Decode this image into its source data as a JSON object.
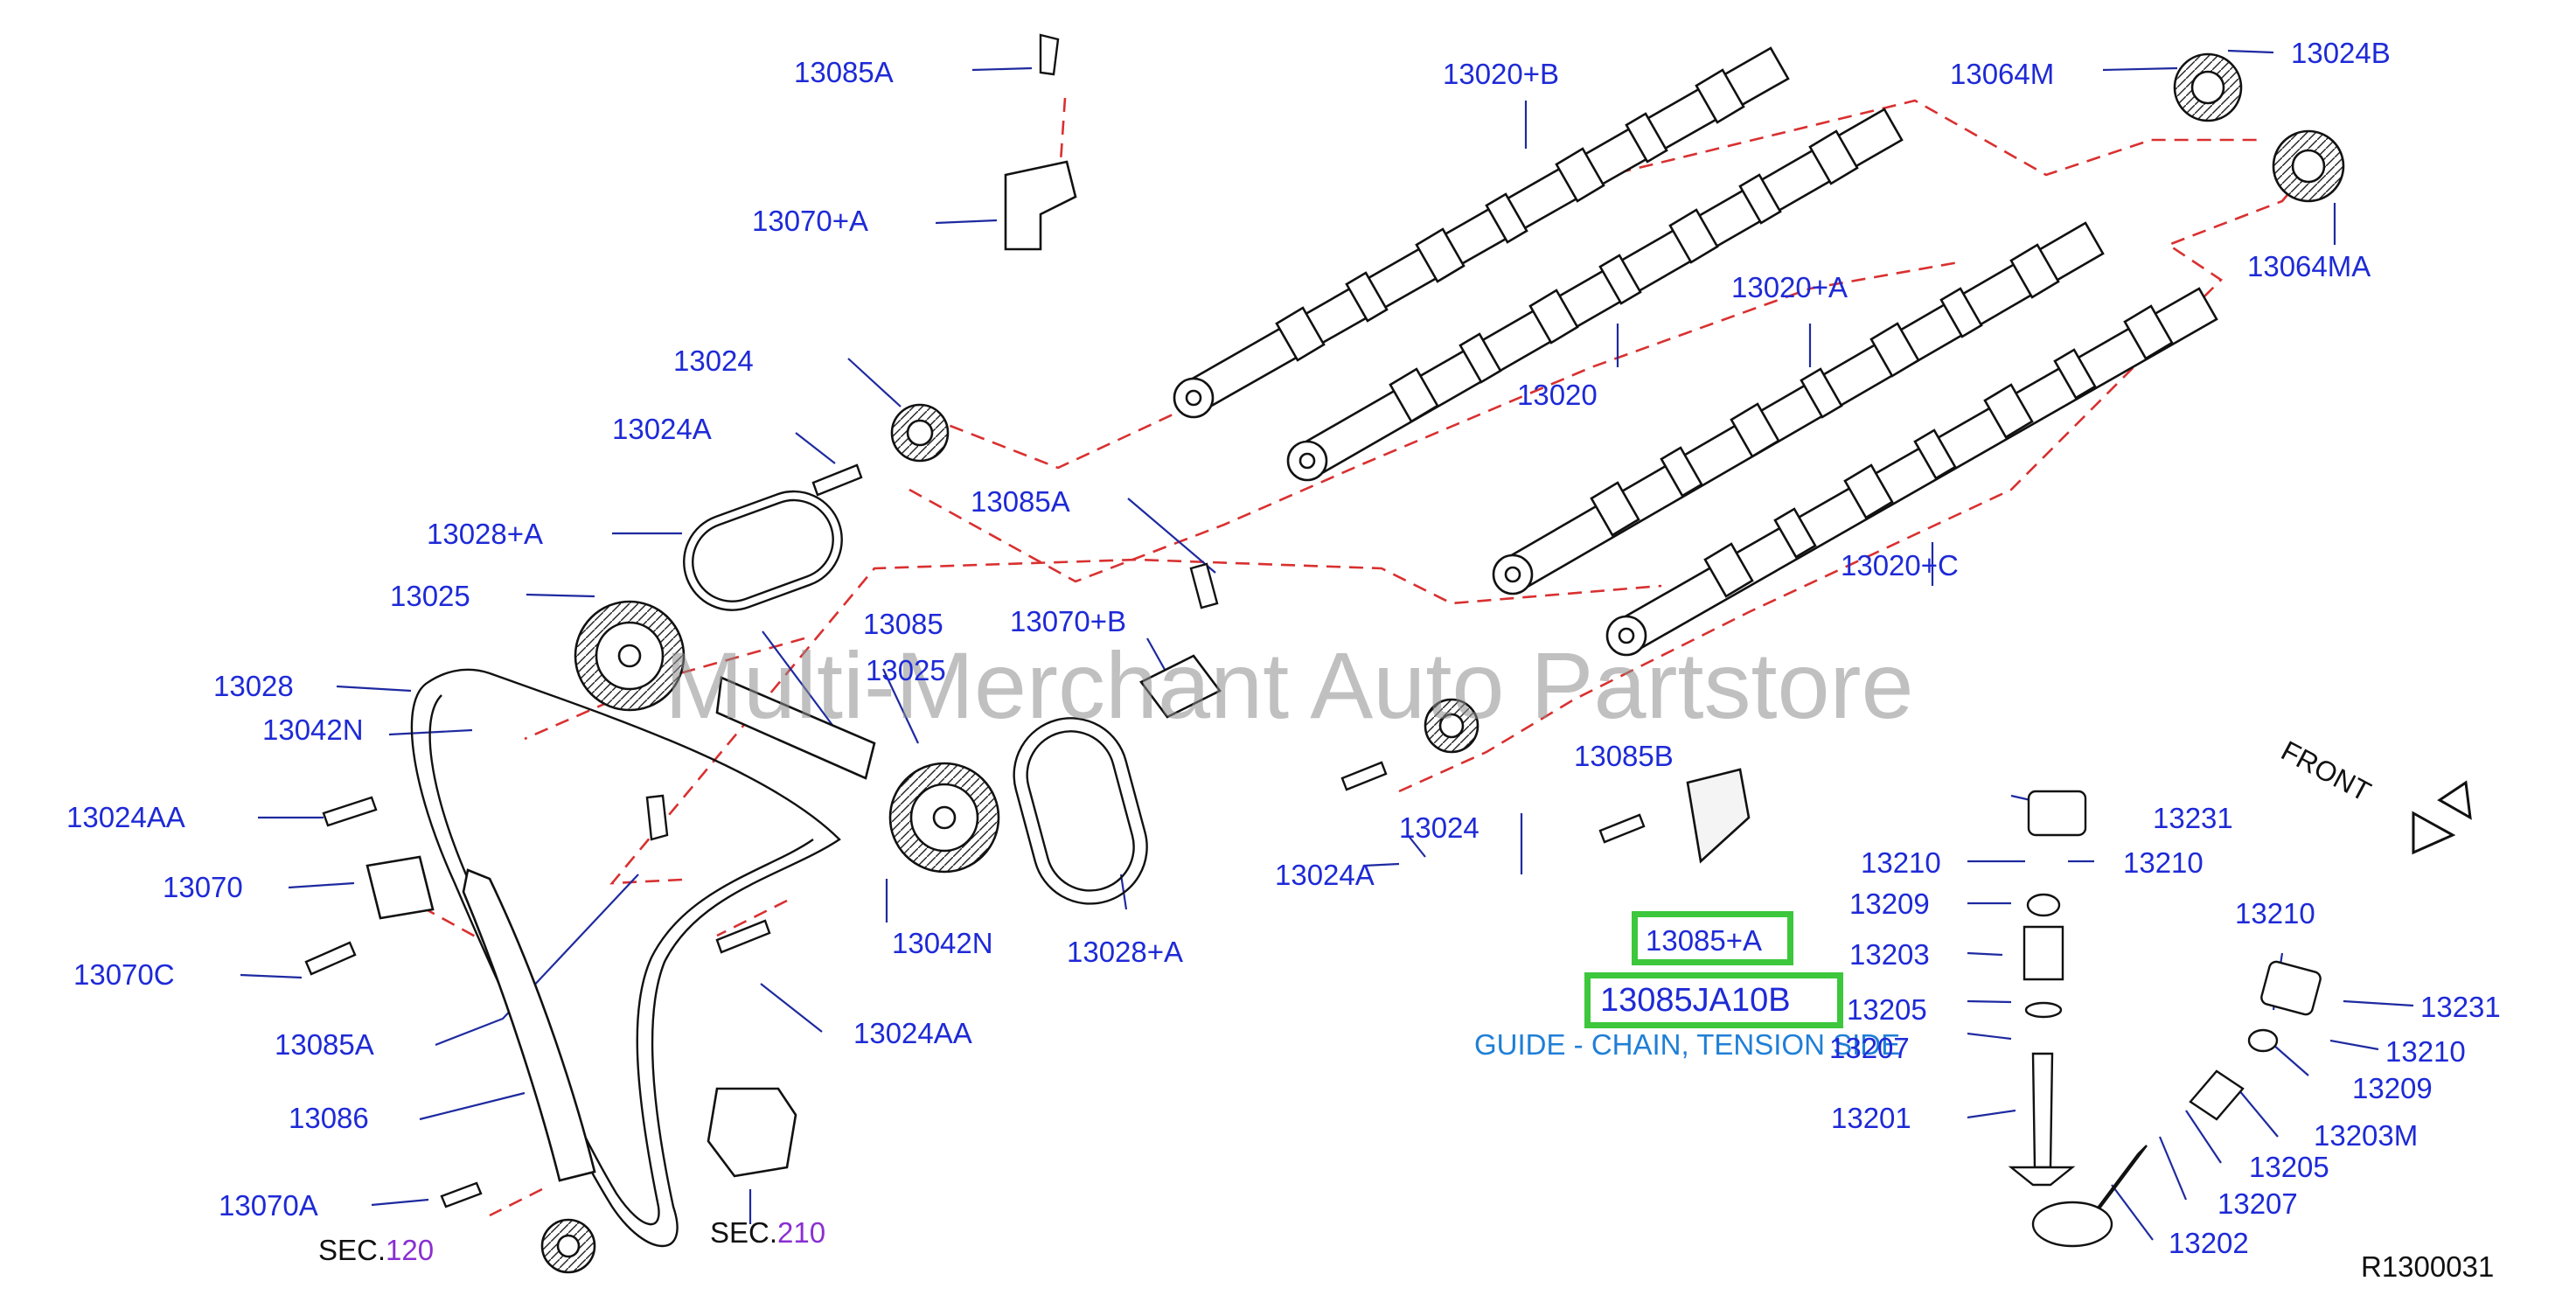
{
  "diagram_id": "R1300031",
  "watermark": "Multi-Merchant Auto Partstore",
  "front_label": "FRONT",
  "highlight": {
    "part": "13085+A",
    "code": "13085JA10B",
    "description": "GUIDE - CHAIN, TENSION SIDE"
  },
  "labels": {
    "p13085A_top": "13085A",
    "p13070pA": "13070+A",
    "p13020pB": "13020+B",
    "p13064M": "13064M",
    "p13024B": "13024B",
    "p13064MA": "13064MA",
    "p13020pA": "13020+A",
    "p13020": "13020",
    "p13024_top": "13024",
    "p13024A_top": "13024A",
    "p13085A_mid": "13085A",
    "p13028pA_top": "13028+A",
    "p13025_left": "13025",
    "p13085": "13085",
    "p13070pB": "13070+B",
    "p13020pC": "13020+C",
    "p13028": "13028",
    "p13025_mid": "13025",
    "p13042N_left": "13042N",
    "p13024AA_left": "13024AA",
    "p13070": "13070",
    "p13070C": "13070C",
    "p13085A_low": "13085A",
    "p13086": "13086",
    "p13070A": "13070A",
    "sec120_prefix": "SEC.",
    "sec120_num": "120",
    "sec210_prefix": "SEC.",
    "sec210_num": "210",
    "p13024AA_mid": "13024AA",
    "p13042N_mid": "13042N",
    "p13028pA_low": "13028+A",
    "p13024A_low": "13024A",
    "p13024_low": "13024",
    "p13085B": "13085B",
    "p13231_top": "13231",
    "p13210_a": "13210",
    "p13210_b": "13210",
    "p13209_a": "13209",
    "p13203": "13203",
    "p13205_a": "13205",
    "p13207_a": "13207",
    "p13201": "13201",
    "p13210_c": "13210",
    "p13231_right": "13231",
    "p13210_d": "13210",
    "p13209_b": "13209",
    "p13203M": "13203M",
    "p13205_b": "13205",
    "p13207_b": "13207",
    "p13202": "13202"
  },
  "colors": {
    "label": "#1e2ad6",
    "highlight_box": "#3cc73c",
    "description": "#1f7fd6",
    "sec_number": "#8a2fd1",
    "dashed_line": "#d93030"
  }
}
